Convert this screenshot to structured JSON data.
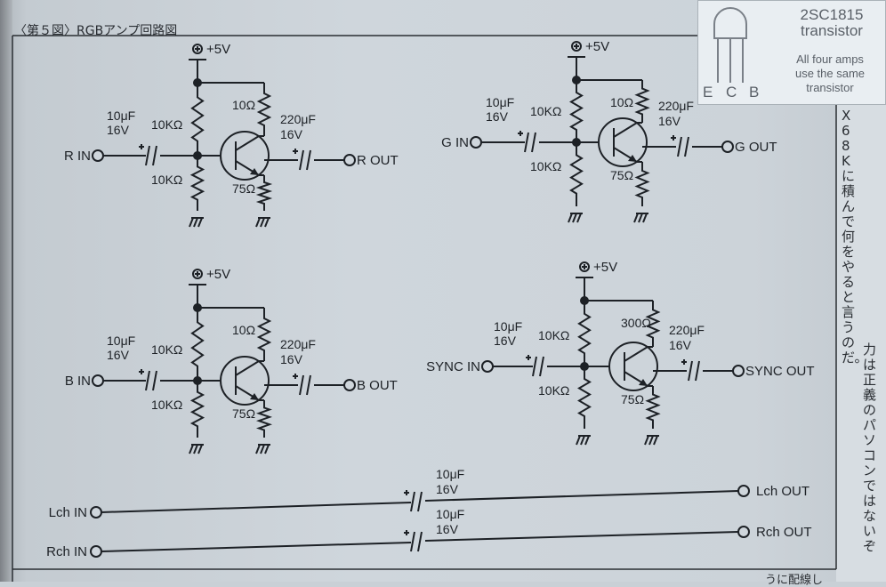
{
  "heading": "〈第５図〉RGBアンプ回路図",
  "supply": "+5V",
  "amps": [
    {
      "input": "R IN",
      "output": "R OUT",
      "in_cap": [
        "10μF",
        "16V"
      ],
      "out_cap": [
        "220μF",
        "16V"
      ],
      "bias_top": "10KΩ",
      "bias_bottom": "10KΩ",
      "collector_res": "10Ω",
      "emitter_res": "75Ω"
    },
    {
      "input": "G IN",
      "output": "G OUT",
      "in_cap": [
        "10μF",
        "16V"
      ],
      "out_cap": [
        "220μF",
        "16V"
      ],
      "bias_top": "10KΩ",
      "bias_bottom": "10KΩ",
      "collector_res": "10Ω",
      "emitter_res": "75Ω"
    },
    {
      "input": "B IN",
      "output": "B OUT",
      "in_cap": [
        "10μF",
        "16V"
      ],
      "out_cap": [
        "220μF",
        "16V"
      ],
      "bias_top": "10KΩ",
      "bias_bottom": "10KΩ",
      "collector_res": "10Ω",
      "emitter_res": "75Ω"
    },
    {
      "input": "SYNC IN",
      "output": "SYNC OUT",
      "in_cap": [
        "10μF",
        "16V"
      ],
      "out_cap": [
        "220μF",
        "16V"
      ],
      "bias_top": "10KΩ",
      "bias_bottom": "10KΩ",
      "collector_res": "300Ω",
      "emitter_res": "75Ω"
    }
  ],
  "audio": [
    {
      "input": "Lch IN",
      "output": "Lch OUT",
      "cap": [
        "10μF",
        "16V"
      ]
    },
    {
      "input": "Rch IN",
      "output": "Rch OUT",
      "cap": [
        "10μF",
        "16V"
      ]
    }
  ],
  "inset": {
    "part": "2SC1815",
    "kind": "transistor",
    "note": [
      "All four amps",
      "use the same",
      "transistor"
    ],
    "pins": [
      "E",
      "C",
      "B"
    ]
  },
  "side_text": [
    "X68Kに積んで何をやると言うのだ。",
    "力は正義のパソコンではないぞ"
  ],
  "bottom_text": "うに配線し",
  "colors": {
    "ink": "#1d2126",
    "paper": "#cfd6dc",
    "inset": "#e9eef2"
  }
}
